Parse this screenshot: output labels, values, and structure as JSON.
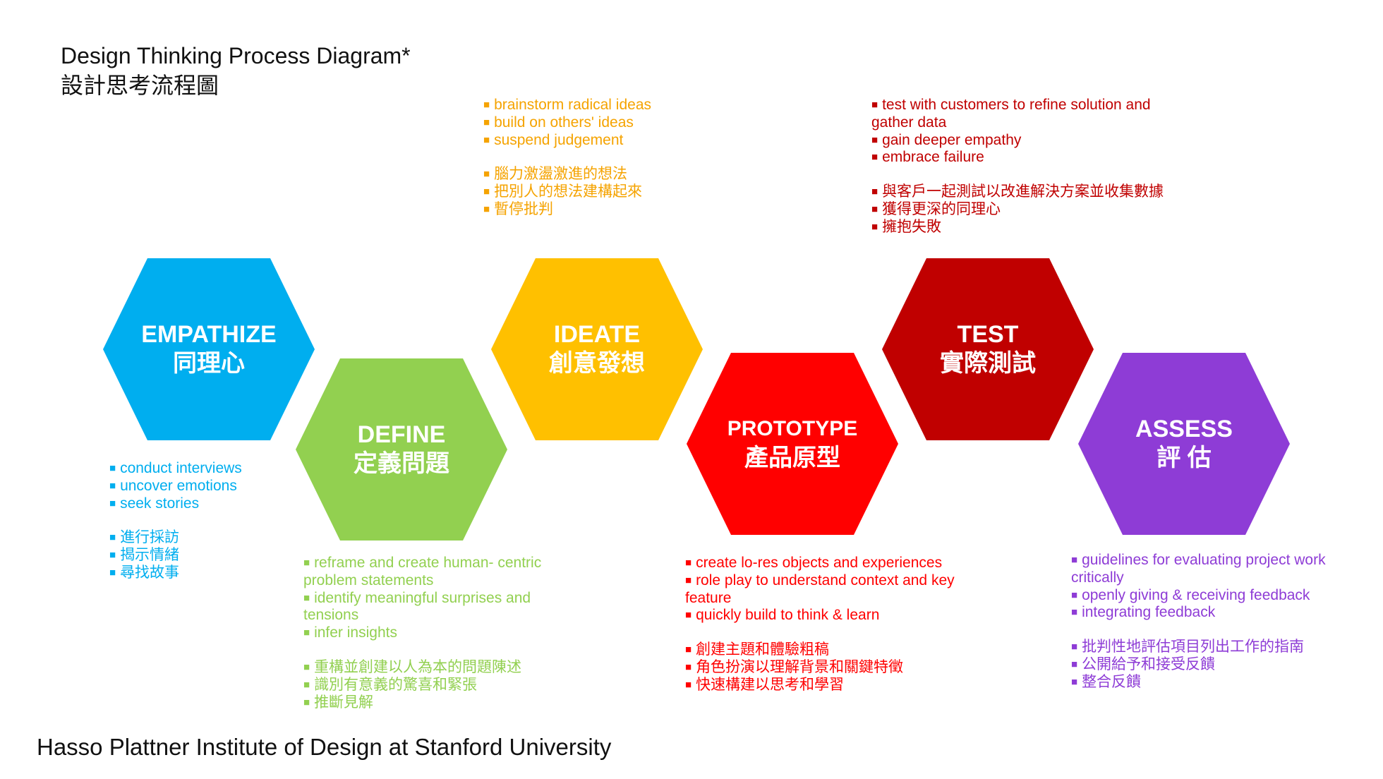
{
  "title": {
    "en": "Design Thinking Process Diagram*",
    "zh": "設計思考流程圖"
  },
  "footer": "Hasso Plattner Institute of Design at Stanford University",
  "colors": {
    "empathize": "#00AEEF",
    "define": "#92D050",
    "ideate": "#FFC000",
    "prototype": "#FF0000",
    "test": "#C00000",
    "assess": "#8E3CD6",
    "ideate_text": "#F5A300"
  },
  "stages": {
    "empathize": {
      "en": "EMPATHIZE",
      "zh": "同理心",
      "items_en": [
        "conduct interviews",
        "uncover emotions",
        "seek stories"
      ],
      "items_zh": [
        "進行採訪",
        "揭示情緒",
        "尋找故事"
      ]
    },
    "define": {
      "en": "DEFINE",
      "zh": "定義問題",
      "items_en": [
        "reframe and create human- centric problem statements",
        "identify meaningful surprises and tensions",
        "infer insights"
      ],
      "items_zh": [
        "重構並創建以人為本的問題陳述",
        "識別有意義的驚喜和緊張",
        "推斷見解"
      ]
    },
    "ideate": {
      "en": "IDEATE",
      "zh": "創意發想",
      "items_en": [
        "brainstorm radical ideas",
        "build on others' ideas",
        "suspend judgement"
      ],
      "items_zh": [
        "腦力激盪激進的想法",
        "把別人的想法建構起來",
        "暫停批判"
      ]
    },
    "prototype": {
      "en": "PROTOTYPE",
      "zh": "產品原型",
      "items_en": [
        "create lo-res objects and experiences",
        "role play to understand context and key feature",
        "quickly build to think & learn"
      ],
      "items_zh": [
        "創建主題和體驗粗稿",
        "角色扮演以理解背景和關鍵特徵",
        "快速構建以思考和學習"
      ]
    },
    "test": {
      "en": "TEST",
      "zh": "實際測試",
      "items_en": [
        "test with customers to refine solution and gather data",
        "gain deeper empathy",
        "embrace failure"
      ],
      "items_zh": [
        "與客戶一起測試以改進解決方案並收集數據",
        "獲得更深的同理心",
        "擁抱失敗"
      ]
    },
    "assess": {
      "en": "ASSESS",
      "zh": "評 估",
      "items_en": [
        "guidelines for evaluating project work critically",
        "openly giving & receiving feedback",
        "integrating feedback"
      ],
      "items_zh": [
        "批判性地評估項目列出工作的指南",
        "公開給予和接受反饋",
        "整合反饋"
      ]
    }
  }
}
